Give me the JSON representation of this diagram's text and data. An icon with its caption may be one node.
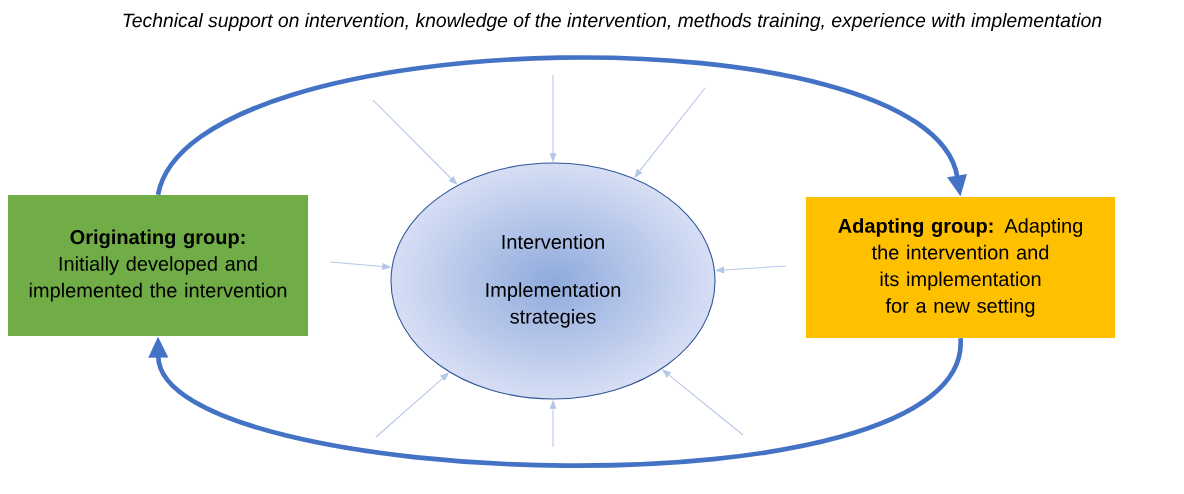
{
  "diagram": {
    "nodes": [
      {
        "text": [
          "Originating group:",
          "Initially developed and implemented the intervention"
        ]
      },
      {
        "text": [
          "Intervention",
          "Implementation strategies"
        ]
      },
      {
        "text": [
          "**Adapting group:** Adapting the intervention and its implementation for a new setting"
        ]
      }
    ],
    "edges": [
      {
        "from": 0,
        "to": 2,
        "arrow": "to",
        "style": "thick",
        "color": "#4472c4"
      },
      {
        "from": 2,
        "to": 0,
        "arrow": "to",
        "style": "thick",
        "color": "#4472c4"
      },
      {
        "from": null,
        "to": 1,
        "arrow": "to"
      },
      {
        "from": null,
        "to": 1,
        "arrow": "to"
      },
      {
        "from": null,
        "to": 1,
        "arrow": "to"
      },
      {
        "from": null,
        "to": 1,
        "arrow": "to"
      },
      {
        "from": null,
        "to": 1,
        "arrow": "to"
      },
      {
        "from": null,
        "to": 1,
        "arrow": "to"
      },
      {
        "from": null,
        "to": 1,
        "arrow": "to"
      },
      {
        "from": null,
        "to": 1,
        "arrow": "to"
      }
    ],
    "labels": [
      "Technical support on intervention,  knowledge of the intervention, methods training,  experience with implementation"
    ]
  }
}
